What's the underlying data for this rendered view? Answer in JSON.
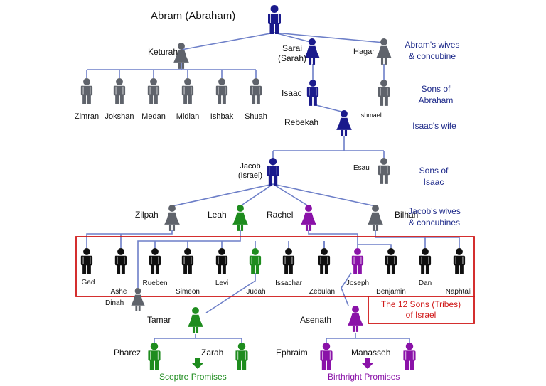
{
  "colors": {
    "blue": "#1a1a8c",
    "gray": "#5f636b",
    "black": "#0f0f0f",
    "green": "#1e8c1e",
    "purple": "#8a12a8",
    "line": "#6d7fc8",
    "red": "#d01818",
    "legend": "#1e2a8a"
  },
  "people": [
    {
      "id": "abram",
      "label": "Abram (Abraham)",
      "gender": "m",
      "color": "blue"
    },
    {
      "id": "keturah",
      "label": "Keturah",
      "gender": "f",
      "color": "gray"
    },
    {
      "id": "sarai",
      "label": "Sarai (Sarah)",
      "gender": "f",
      "color": "blue"
    },
    {
      "id": "hagar",
      "label": "Hagar",
      "gender": "f",
      "color": "gray"
    },
    {
      "id": "zimran",
      "label": "Zimran",
      "gender": "m",
      "color": "gray"
    },
    {
      "id": "jokshan",
      "label": "Jokshan",
      "gender": "m",
      "color": "gray"
    },
    {
      "id": "medan",
      "label": "Medan",
      "gender": "m",
      "color": "gray"
    },
    {
      "id": "midian",
      "label": "Midian",
      "gender": "m",
      "color": "gray"
    },
    {
      "id": "ishbak",
      "label": "Ishbak",
      "gender": "m",
      "color": "gray"
    },
    {
      "id": "shuah",
      "label": "Shuah",
      "gender": "m",
      "color": "gray"
    },
    {
      "id": "isaac",
      "label": "Isaac",
      "gender": "m",
      "color": "blue"
    },
    {
      "id": "ishmael",
      "label": "Ishmael",
      "gender": "m",
      "color": "gray"
    },
    {
      "id": "rebekah",
      "label": "Rebekah",
      "gender": "f",
      "color": "blue"
    },
    {
      "id": "jacob",
      "label": "Jacob (Israel)",
      "gender": "m",
      "color": "blue"
    },
    {
      "id": "esau",
      "label": "Esau",
      "gender": "m",
      "color": "gray"
    },
    {
      "id": "zilpah",
      "label": "Zilpah",
      "gender": "f",
      "color": "gray"
    },
    {
      "id": "leah",
      "label": "Leah",
      "gender": "f",
      "color": "green"
    },
    {
      "id": "rachel",
      "label": "Rachel",
      "gender": "f",
      "color": "purple"
    },
    {
      "id": "bilhah",
      "label": "Bilhah",
      "gender": "f",
      "color": "gray"
    },
    {
      "id": "gad",
      "label": "Gad",
      "gender": "m",
      "color": "black"
    },
    {
      "id": "ashe",
      "label": "Ashe",
      "gender": "m",
      "color": "black"
    },
    {
      "id": "rueben",
      "label": "Rueben",
      "gender": "m",
      "color": "black"
    },
    {
      "id": "simeon",
      "label": "Simeon",
      "gender": "m",
      "color": "black"
    },
    {
      "id": "levi",
      "label": "Levi",
      "gender": "m",
      "color": "black"
    },
    {
      "id": "judah",
      "label": "Judah",
      "gender": "m",
      "color": "green"
    },
    {
      "id": "issachar",
      "label": "Issachar",
      "gender": "m",
      "color": "black"
    },
    {
      "id": "zebulan",
      "label": "Zebulan",
      "gender": "m",
      "color": "black"
    },
    {
      "id": "joseph",
      "label": "Joseph",
      "gender": "m",
      "color": "purple"
    },
    {
      "id": "benjamin",
      "label": "Benjamin",
      "gender": "m",
      "color": "black"
    },
    {
      "id": "dan",
      "label": "Dan",
      "gender": "m",
      "color": "black"
    },
    {
      "id": "naphtali",
      "label": "Naphtali",
      "gender": "m",
      "color": "black"
    },
    {
      "id": "dinah",
      "label": "Dinah",
      "gender": "f",
      "color": "gray"
    },
    {
      "id": "tamar",
      "label": "Tamar",
      "gender": "f",
      "color": "green"
    },
    {
      "id": "asenath",
      "label": "Asenath",
      "gender": "f",
      "color": "purple"
    },
    {
      "id": "pharez",
      "label": "Pharez",
      "gender": "m",
      "color": "green"
    },
    {
      "id": "zarah",
      "label": "Zarah",
      "gender": "m",
      "color": "green"
    },
    {
      "id": "ephraim",
      "label": "Ephraim",
      "gender": "m",
      "color": "purple"
    },
    {
      "id": "manasseh",
      "label": "Manasseh",
      "gender": "m",
      "color": "purple"
    }
  ],
  "legend": [
    {
      "id": "wives1",
      "lines": [
        "Abram's wives",
        "& concubine"
      ]
    },
    {
      "id": "sons1",
      "lines": [
        "Sons of",
        "Abraham"
      ]
    },
    {
      "id": "wife2",
      "lines": [
        "Isaac's wife"
      ]
    },
    {
      "id": "sons2",
      "lines": [
        "Sons of",
        "Isaac"
      ]
    },
    {
      "id": "wives2",
      "lines": [
        "Jacob's wives",
        "& concubines"
      ]
    }
  ],
  "tribes_note": [
    "The 12 Sons (Tribes)",
    "of Israel"
  ],
  "sceptre": "Sceptre Promises",
  "birthright": "Birthright Promises"
}
